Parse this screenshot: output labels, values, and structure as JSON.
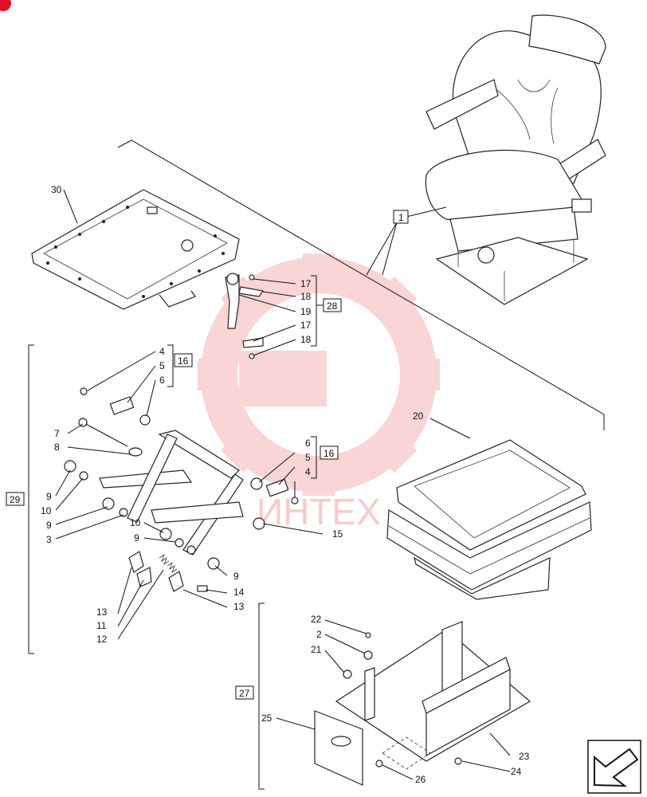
{
  "watermark": {
    "text": "ИНТЕХ",
    "color": "#f08080"
  },
  "nav_icon": "arrow-down-left-icon",
  "callouts": {
    "c1": "1",
    "c2a": "2",
    "c3": "3",
    "c4a": "4",
    "c4b": "4",
    "c5a": "5",
    "c5b": "5",
    "c6a": "6",
    "c6b": "6",
    "c7": "7",
    "c8": "8",
    "c9a": "9",
    "c9b": "9",
    "c9c": "9",
    "c9d": "9",
    "c10a": "10",
    "c10b": "10",
    "c11": "11",
    "c12": "12",
    "c13a": "13",
    "c13b": "13",
    "c14": "14",
    "c15": "15",
    "c16a": "16",
    "c16b": "16",
    "c17a": "17",
    "c17b": "17",
    "c18a": "18",
    "c18b": "18",
    "c19": "19",
    "c20": "20",
    "c21": "21",
    "c22": "22",
    "c23": "23",
    "c24": "24",
    "c25": "25",
    "c26": "26",
    "c27": "27",
    "c28": "28",
    "c29": "29",
    "c30": "30"
  }
}
